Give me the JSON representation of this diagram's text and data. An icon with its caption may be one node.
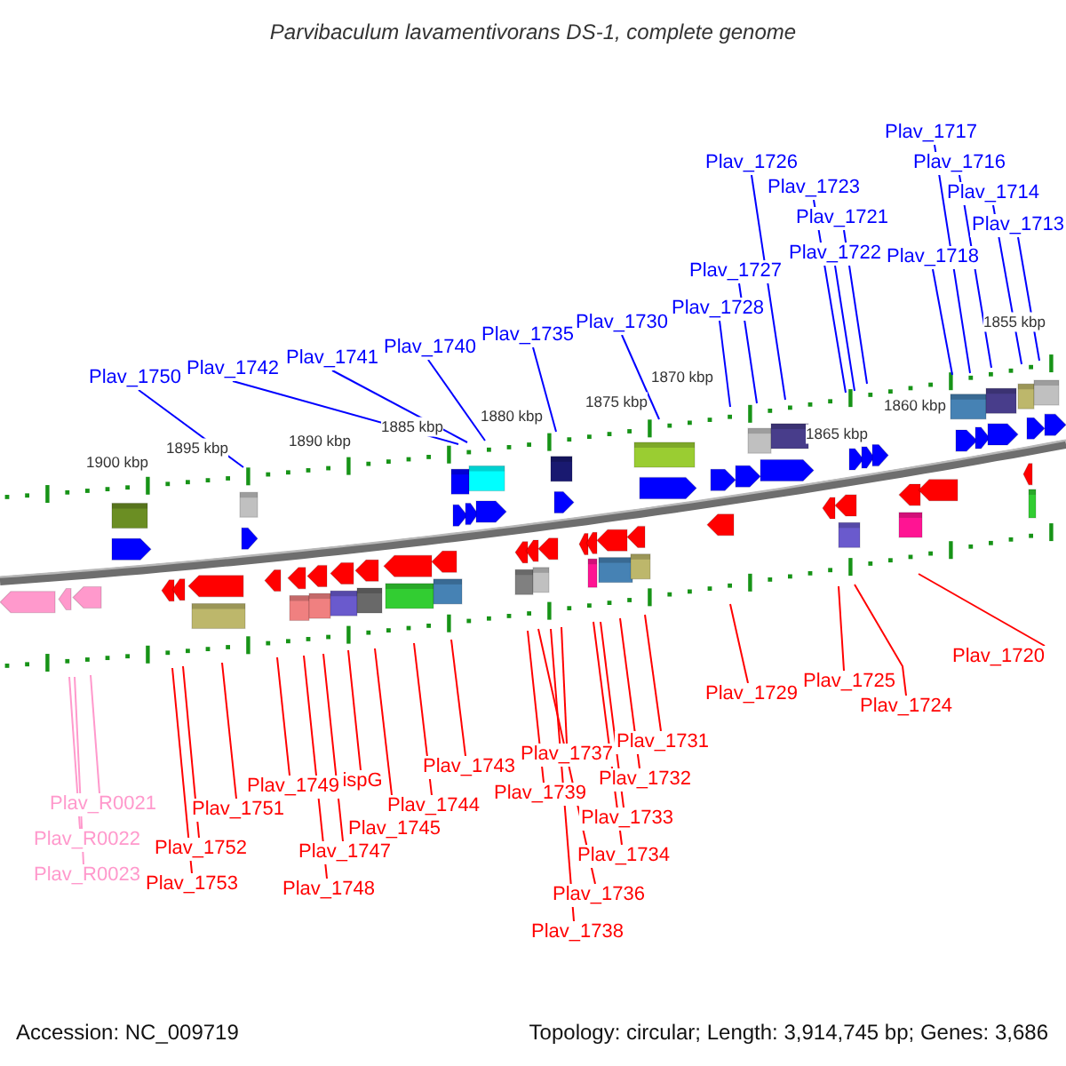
{
  "diagram": {
    "title": "Parvibaculum lavamentivorans DS-1, complete genome",
    "nodes": [
      {
        "text": [
          "Plav_1750"
        ]
      },
      {
        "text": [
          "Plav_1742"
        ]
      },
      {
        "text": [
          "Plav_1741"
        ]
      },
      {
        "text": [
          "Plav_1740"
        ]
      },
      {
        "text": [
          "Plav_1735"
        ]
      },
      {
        "text": [
          "Plav_1730"
        ]
      },
      {
        "text": [
          "Plav_1728"
        ]
      },
      {
        "text": [
          "Plav_1727"
        ]
      },
      {
        "text": [
          "Plav_1726"
        ]
      },
      {
        "text": [
          "Plav_1723"
        ]
      },
      {
        "text": [
          "Plav_1721"
        ]
      },
      {
        "text": [
          "Plav_1722"
        ]
      },
      {
        "text": [
          "Plav_1718"
        ]
      },
      {
        "text": [
          "Plav_1717"
        ]
      },
      {
        "text": [
          "Plav_1716"
        ]
      },
      {
        "text": [
          "Plav_1714"
        ]
      },
      {
        "text": [
          "Plav_1713"
        ]
      },
      {
        "text": [
          "Plav_R0021"
        ]
      },
      {
        "text": [
          "Plav_R0022"
        ]
      },
      {
        "text": [
          "Plav_R0023"
        ]
      },
      {
        "text": [
          "Plav_1753"
        ]
      },
      {
        "text": [
          "Plav_1752"
        ]
      },
      {
        "text": [
          "Plav_1751"
        ]
      },
      {
        "text": [
          "Plav_1749"
        ]
      },
      {
        "text": [
          "Plav_1748"
        ]
      },
      {
        "text": [
          "Plav_1747"
        ]
      },
      {
        "text": [
          "ispG"
        ]
      },
      {
        "text": [
          "Plav_1745"
        ]
      },
      {
        "text": [
          "Plav_1744"
        ]
      },
      {
        "text": [
          "Plav_1743"
        ]
      },
      {
        "text": [
          "Plav_1739"
        ]
      },
      {
        "text": [
          "Plav_1737"
        ]
      },
      {
        "text": [
          "Plav_1738"
        ]
      },
      {
        "text": [
          "Plav_1736"
        ]
      },
      {
        "text": [
          "Plav_1734"
        ]
      },
      {
        "text": [
          "Plav_1733"
        ]
      },
      {
        "text": [
          "Plav_1732"
        ]
      },
      {
        "text": [
          "Plav_1731"
        ]
      },
      {
        "text": [
          "Plav_1729"
        ]
      },
      {
        "text": [
          "Plav_1725"
        ]
      },
      {
        "text": [
          "Plav_1724"
        ]
      },
      {
        "text": [
          "Plav_1720"
        ]
      }
    ],
    "edges": [
      {
        "from": 0,
        "to": null,
        "arrow": "none",
        "color": "#0000ff"
      },
      {
        "from": 1,
        "to": null,
        "arrow": "none",
        "color": "#0000ff"
      },
      {
        "from": 2,
        "to": null,
        "arrow": "none",
        "color": "#0000ff"
      },
      {
        "from": 3,
        "to": null,
        "arrow": "none",
        "color": "#0000ff"
      },
      {
        "from": 4,
        "to": null,
        "arrow": "none",
        "color": "#0000ff"
      },
      {
        "from": 5,
        "to": null,
        "arrow": "none",
        "color": "#0000ff"
      },
      {
        "from": 6,
        "to": null,
        "arrow": "none",
        "color": "#0000ff"
      },
      {
        "from": 7,
        "to": null,
        "arrow": "none",
        "color": "#0000ff"
      },
      {
        "from": 8,
        "to": null,
        "arrow": "none",
        "color": "#0000ff"
      },
      {
        "from": 9,
        "to": null,
        "arrow": "none",
        "color": "#0000ff"
      },
      {
        "from": 10,
        "to": null,
        "arrow": "none",
        "color": "#0000ff"
      },
      {
        "from": 11,
        "to": null,
        "arrow": "none",
        "color": "#0000ff"
      },
      {
        "from": 12,
        "to": null,
        "arrow": "none",
        "color": "#0000ff"
      },
      {
        "from": 13,
        "to": null,
        "arrow": "none",
        "color": "#0000ff"
      },
      {
        "from": 14,
        "to": null,
        "arrow": "none",
        "color": "#0000ff"
      },
      {
        "from": 15,
        "to": null,
        "arrow": "none",
        "color": "#0000ff"
      },
      {
        "from": 16,
        "to": null,
        "arrow": "none",
        "color": "#0000ff"
      },
      {
        "from": 17,
        "to": null,
        "arrow": "none",
        "color": "#ff99cc"
      },
      {
        "from": 18,
        "to": null,
        "arrow": "none",
        "color": "#ff99cc"
      },
      {
        "from": 19,
        "to": null,
        "arrow": "none",
        "color": "#ff99cc"
      },
      {
        "from": 20,
        "to": null,
        "arrow": "none"
      },
      {
        "from": 21,
        "to": null,
        "arrow": "none"
      },
      {
        "from": 22,
        "to": null,
        "arrow": "none"
      },
      {
        "from": 23,
        "to": null,
        "arrow": "none"
      },
      {
        "from": 24,
        "to": null,
        "arrow": "none"
      },
      {
        "from": 25,
        "to": null,
        "arrow": "none"
      },
      {
        "from": 26,
        "to": null,
        "arrow": "none"
      },
      {
        "from": 27,
        "to": null,
        "arrow": "none"
      },
      {
        "from": 28,
        "to": null,
        "arrow": "none"
      },
      {
        "from": 29,
        "to": null,
        "arrow": "none"
      },
      {
        "from": 30,
        "to": null,
        "arrow": "none"
      },
      {
        "from": 31,
        "to": null,
        "arrow": "none"
      },
      {
        "from": 32,
        "to": null,
        "arrow": "none"
      },
      {
        "from": 33,
        "to": null,
        "arrow": "none"
      },
      {
        "from": 34,
        "to": null,
        "arrow": "none"
      },
      {
        "from": 35,
        "to": null,
        "arrow": "none"
      },
      {
        "from": 36,
        "to": null,
        "arrow": "none"
      },
      {
        "from": 37,
        "to": null,
        "arrow": "none"
      },
      {
        "from": 38,
        "to": null,
        "arrow": "none"
      },
      {
        "from": 39,
        "to": null,
        "arrow": "none"
      },
      {
        "from": 40,
        "to": null,
        "arrow": "none"
      },
      {
        "from": 41,
        "to": null,
        "arrow": "none"
      }
    ],
    "labels": [
      "1900 kbp",
      "1895 kbp",
      "1890 kbp",
      "1885 kbp",
      "1880 kbp",
      "1875 kbp",
      "1870 kbp",
      "1865 kbp",
      "1860 kbp",
      "1855 kbp",
      "Accession: NC_009719",
      "Topology: circular; Length: 3,914,745 bp; Genes: 3,686"
    ]
  }
}
